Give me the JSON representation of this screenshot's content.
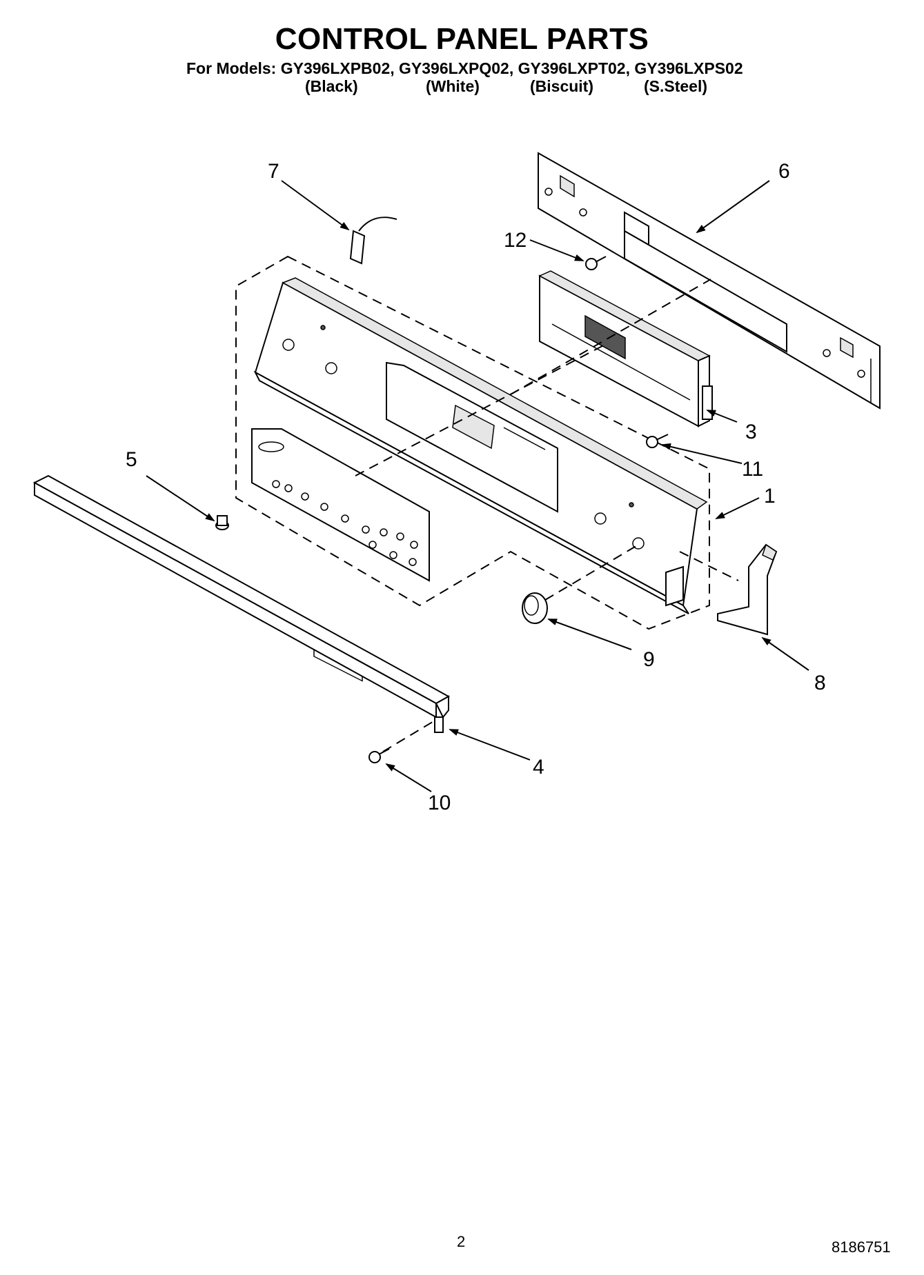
{
  "header": {
    "title": "CONTROL PANEL PARTS",
    "models_line": "For Models: GY396LXPB02, GY396LXPQ02, GY396LXPT02, GY396LXPS02",
    "colors": [
      "(Black)",
      "(White)",
      "(Biscuit)",
      "(S.Steel)"
    ]
  },
  "callouts": [
    "1",
    "3",
    "4",
    "5",
    "6",
    "7",
    "8",
    "9",
    "10",
    "11",
    "12"
  ],
  "footer": {
    "page_number": "2",
    "doc_number": "8186751"
  }
}
